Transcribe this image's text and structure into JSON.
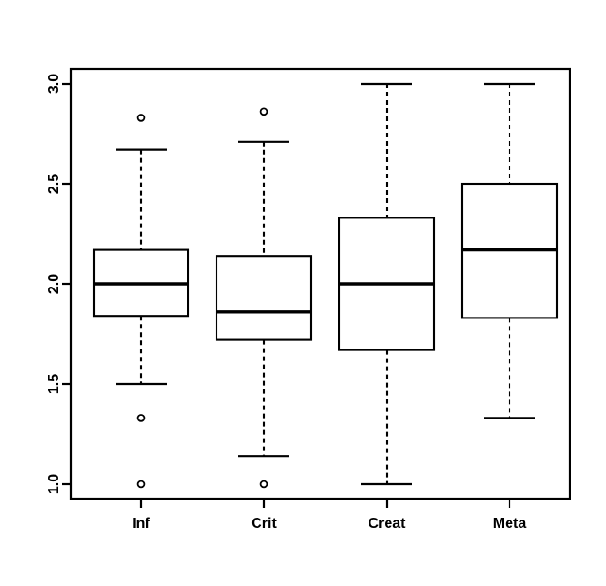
{
  "chart_data": {
    "type": "boxplot",
    "title": "",
    "xlabel": "",
    "ylabel": "",
    "categories": [
      "Inf",
      "Crit",
      "Creat",
      "Meta"
    ],
    "ylim": [
      0.9,
      3.1
    ],
    "yticks": [
      1.0,
      1.5,
      2.0,
      2.5,
      3.0
    ],
    "ytick_labels": [
      "1.0",
      "1.5",
      "2.0",
      "2.5",
      "3.0"
    ],
    "grid": false,
    "legend": "none",
    "boxes": [
      {
        "name": "Inf",
        "whisker_low": 1.5,
        "q1": 1.84,
        "median": 2.0,
        "q3": 2.17,
        "whisker_high": 2.67,
        "outliers": [
          2.83,
          1.33,
          1.0
        ]
      },
      {
        "name": "Crit",
        "whisker_low": 1.14,
        "q1": 1.72,
        "median": 1.86,
        "q3": 2.14,
        "whisker_high": 2.71,
        "outliers": [
          2.86,
          1.0
        ]
      },
      {
        "name": "Creat",
        "whisker_low": 1.0,
        "q1": 1.67,
        "median": 2.0,
        "q3": 2.33,
        "whisker_high": 3.0,
        "outliers": []
      },
      {
        "name": "Meta",
        "whisker_low": 1.33,
        "q1": 1.83,
        "median": 2.17,
        "q3": 2.5,
        "whisker_high": 3.0,
        "outliers": []
      }
    ]
  },
  "colors": {
    "line": "#000000",
    "box_fill": "#ffffff",
    "background": "#ffffff"
  }
}
